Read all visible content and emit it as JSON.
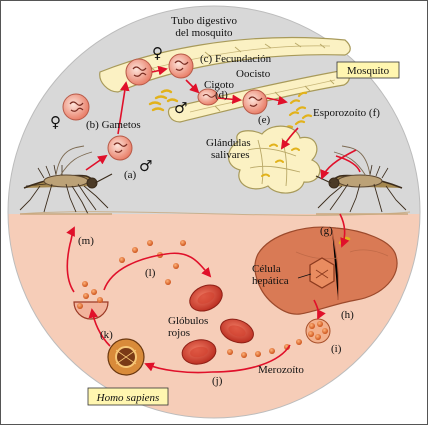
{
  "labels": {
    "gut": "Tubo digestivo del mosquito",
    "gut_line1": "Tubo digestivo",
    "gut_line2": "del mosquito",
    "fecundacion": "(c)  Fecundación",
    "oocisto": "Oocisto",
    "cigoto": "Cigoto",
    "d": "(d)",
    "e": "(e)",
    "gametos": "(b)  Gametos",
    "a": "(a)",
    "mosquito_box": "Mosquito",
    "esporozoito": "Esporozoíto  (f)",
    "glandulas_1": "Glándulas",
    "glandulas_2": "salivares",
    "g": "(g)",
    "m": "(m)",
    "l": "(l)",
    "celula_1": "Célula",
    "celula_2": "hepática",
    "h": "(h)",
    "k": "(k)",
    "globulos_1": "Glóbulos",
    "globulos_2": "rojos",
    "i": "(i)",
    "j": "(j)",
    "merozoito": "Merozoíto",
    "host_box": "Homo sapiens"
  },
  "symbols": {
    "female": "♀",
    "male": "♂"
  },
  "colors": {
    "mosquito_half": "#d8d8d8",
    "human_half": "#f6cdb8",
    "arrow": "#e0102a",
    "gut_fill": "#fbf1c3",
    "gut_stroke": "#a89a5a",
    "liver": "#d97a55",
    "rbc": "#d6402f",
    "gamete": "#f3a08e",
    "parasite_dot": "#d8561e",
    "sporozoite": "#f0c020",
    "label_box": "#fff6b0"
  }
}
